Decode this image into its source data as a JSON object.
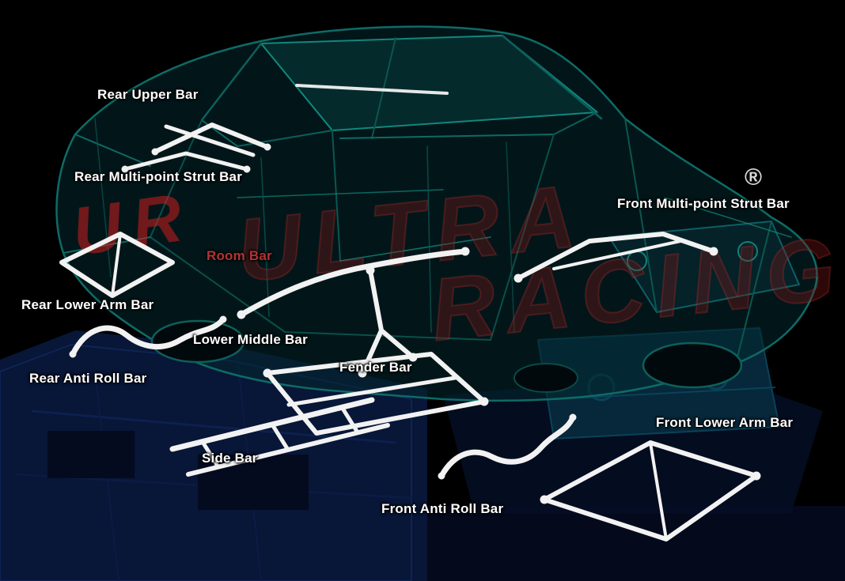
{
  "scene": {
    "description": "Ultra Racing chassis strengthening bar placement diagram over a wireframe sedan body shell"
  },
  "watermark": {
    "line1": "ULTRA",
    "line2": "RACING",
    "registered_mark": "®",
    "logo_monogram": "UR",
    "accent_color": "#8a1a1a"
  },
  "labels": {
    "rear_upper_bar": {
      "text": "Rear Upper Bar",
      "color": "#ffffff"
    },
    "rear_multi_point_strut_bar": {
      "text": "Rear Multi-point Strut Bar",
      "color": "#ffffff"
    },
    "front_multi_point_strut_bar": {
      "text": "Front Multi-point Strut Bar",
      "color": "#ffffff"
    },
    "room_bar": {
      "text": "Room Bar",
      "color": "#b23434"
    },
    "rear_lower_arm_bar": {
      "text": "Rear Lower Arm Bar",
      "color": "#ffffff"
    },
    "lower_middle_bar": {
      "text": "Lower Middle Bar",
      "color": "#ffffff"
    },
    "rear_anti_roll_bar": {
      "text": "Rear Anti Roll Bar",
      "color": "#ffffff"
    },
    "fender_bar": {
      "text": "Fender Bar",
      "color": "#ffffff"
    },
    "side_bar": {
      "text": "Side Bar",
      "color": "#ffffff"
    },
    "front_anti_roll_bar": {
      "text": "Front Anti Roll Bar",
      "color": "#ffffff"
    },
    "front_lower_arm_bar": {
      "text": "Front Lower Arm Bar",
      "color": "#ffffff"
    }
  },
  "colors": {
    "background": "#000000",
    "chassis_wireframe": "#0e6b66",
    "bars": "#f2f2f2",
    "platform": "#081637"
  }
}
